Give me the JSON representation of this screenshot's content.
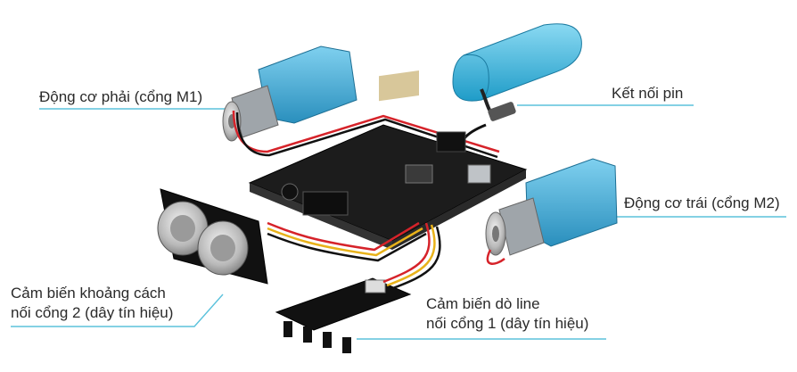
{
  "labels": {
    "motor_right": "Động cơ phải (cổng M1)",
    "battery": "Kết nối pin",
    "motor_left": "Động cơ trái (cổng M2)",
    "distance_sensor_line1": "Cảm biến khoảng cách",
    "distance_sensor_line2": "nối cổng 2 (dây tín hiệu)",
    "line_sensor_line1": "Cảm biến dò line",
    "line_sensor_line2": "nối cổng 1 (dây tín hiệu)"
  },
  "colors": {
    "leader_line": "#5bc2dc",
    "motor_blue": "#3ea6cf",
    "battery_blue": "#35b5dc",
    "board": "#1c1c1c",
    "wire_red": "#d6232a",
    "wire_yellow": "#e8b21a"
  }
}
